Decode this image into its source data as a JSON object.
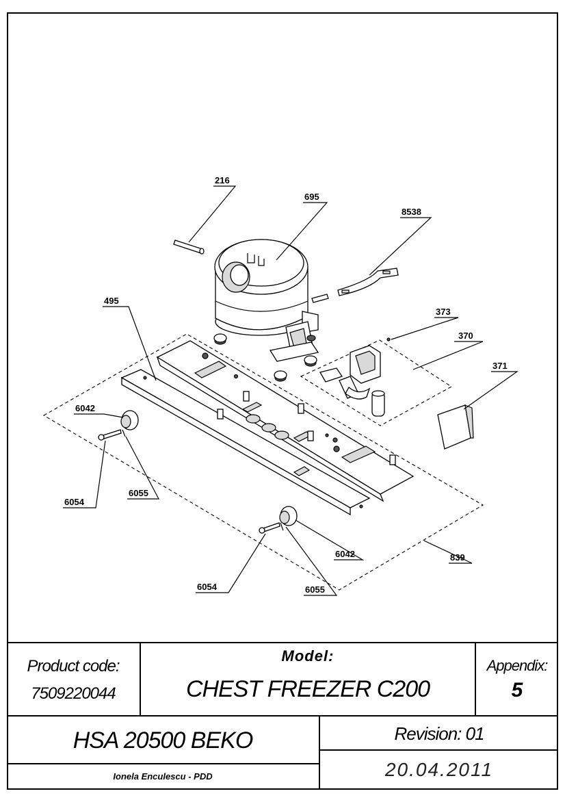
{
  "callouts": [
    {
      "id": "216",
      "label": "216"
    },
    {
      "id": "695",
      "label": "695"
    },
    {
      "id": "8538",
      "label": "8538"
    },
    {
      "id": "495",
      "label": "495"
    },
    {
      "id": "373",
      "label": "373"
    },
    {
      "id": "370",
      "label": "370"
    },
    {
      "id": "371",
      "label": "371"
    },
    {
      "id": "6042a",
      "label": "6042"
    },
    {
      "id": "6054a",
      "label": "6054"
    },
    {
      "id": "6055a",
      "label": "6055"
    },
    {
      "id": "6042b",
      "label": "6042"
    },
    {
      "id": "839",
      "label": "839"
    },
    {
      "id": "6054b",
      "label": "6054"
    },
    {
      "id": "6055b",
      "label": "6055"
    }
  ],
  "title_block": {
    "product_code_label": "Product code:",
    "product_code": "7509220044",
    "model_label": "Model:",
    "model": "CHEST FREEZER C200",
    "appendix_label": "Appendix:",
    "appendix": "5",
    "name": "HSA 20500 BEKO",
    "revision": "Revision: 01",
    "author": "Ionela Enculescu - PDD",
    "date": "20.04.2011"
  }
}
